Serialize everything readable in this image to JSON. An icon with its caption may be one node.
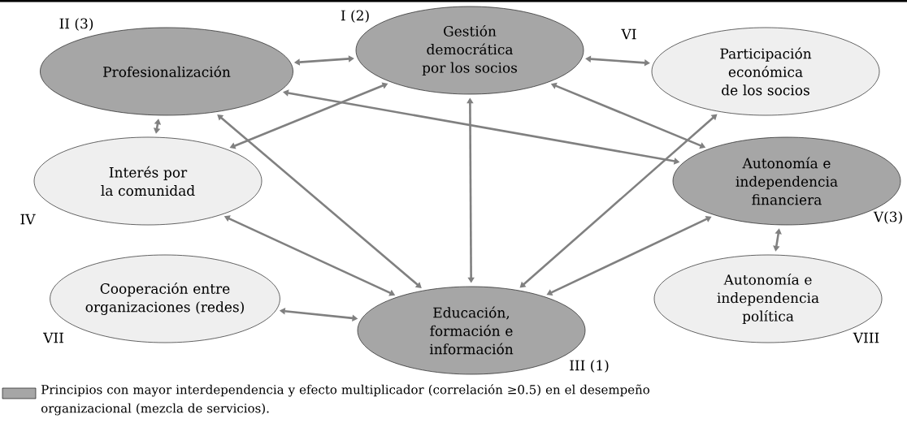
{
  "diagram": {
    "nodes": [
      {
        "text": [
          "Profesionalización"
        ],
        "beside": [
          "II (3)"
        ]
      },
      {
        "text": [
          "Gestión democrática por los socios"
        ],
        "beside": [
          "I (2)"
        ]
      },
      {
        "text": [
          "Participación económica de los socios"
        ],
        "beside": [
          "VI"
        ]
      },
      {
        "text": [
          "Interés por la comunidad"
        ],
        "beside": [
          "IV"
        ]
      },
      {
        "text": [
          "Autonomía e independencia financiera"
        ],
        "beside": [
          "V(3)"
        ]
      },
      {
        "text": [
          "Cooperación entre organizaciones (redes)"
        ],
        "beside": [
          "VII"
        ]
      },
      {
        "text": [
          "Educación, formación e información"
        ],
        "beside": [
          "III (1)"
        ]
      },
      {
        "text": [
          "Autonomía e independencia política"
        ],
        "beside": [
          "VIII"
        ]
      }
    ],
    "edges": [
      {
        "from": 0,
        "to": 1,
        "arrow": "both"
      },
      {
        "from": 1,
        "to": 2,
        "arrow": "both"
      },
      {
        "from": 0,
        "to": 3,
        "arrow": "both"
      },
      {
        "from": 3,
        "to": 1,
        "arrow": "both"
      },
      {
        "from": 0,
        "to": 4,
        "arrow": "both"
      },
      {
        "from": 0,
        "to": 6,
        "arrow": "both"
      },
      {
        "from": 1,
        "to": 6,
        "arrow": "both"
      },
      {
        "from": 1,
        "to": 4,
        "arrow": "both"
      },
      {
        "from": 6,
        "to": 2,
        "arrow": "both"
      },
      {
        "from": 3,
        "to": 6,
        "arrow": "both"
      },
      {
        "from": 4,
        "to": 6,
        "arrow": "both"
      },
      {
        "from": 5,
        "to": 6,
        "arrow": "both"
      },
      {
        "from": 4,
        "to": 7,
        "arrow": "both"
      }
    ],
    "legend": [
      {
        "text": "Principios con mayor interdependencia y efecto multiplicador (correlación ≥0.5) en el desempeño organizacional (mezcla de servicios).",
        "color": "#a6a6a6"
      }
    ]
  }
}
